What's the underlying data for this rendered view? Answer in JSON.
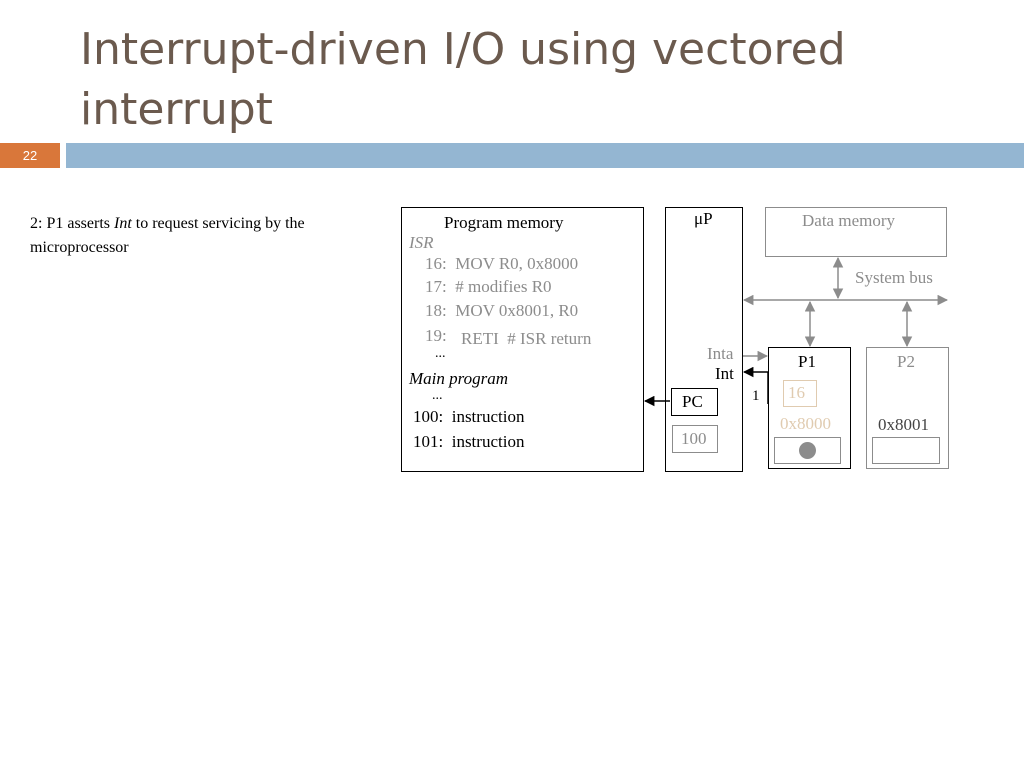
{
  "slide": {
    "title": "Interrupt-driven I/O using vectored interrupt",
    "number": "22"
  },
  "text": {
    "step_prefix": "2: P1 asserts ",
    "step_italic": "Int",
    "step_suffix": " to request servicing by the microprocessor"
  },
  "diagram": {
    "program_memory": {
      "title": "Program memory",
      "isr_label": "ISR",
      "isr_lines": [
        "16:  MOV R0, 0x8000",
        "17:  # modifies R0",
        "18:  MOV 0x8001, R0",
        "19:",
        "RETI  # ISR return"
      ],
      "ellipsis": "...",
      "main_label": "Main program",
      "main_lines": [
        "100:  instruction",
        "101:  instruction"
      ]
    },
    "microprocessor": {
      "label": "μP",
      "pc_label": "PC",
      "pc_value": "100"
    },
    "data_memory": {
      "label": "Data memory"
    },
    "system_bus": {
      "label": "System bus"
    },
    "signals": {
      "inta": "Inta",
      "int": "Int",
      "int_value": "1"
    },
    "p1": {
      "label": "P1",
      "vector": "16",
      "address": "0x8000"
    },
    "p2": {
      "label": "P2",
      "address": "0x8001"
    },
    "colors": {
      "title_text": "#6b5a4e",
      "slide_number_bg": "#d9773a",
      "title_bar": "#94b6d2",
      "grey": "#8c8c8c",
      "highlight_tan": "#e0cbb0"
    }
  }
}
